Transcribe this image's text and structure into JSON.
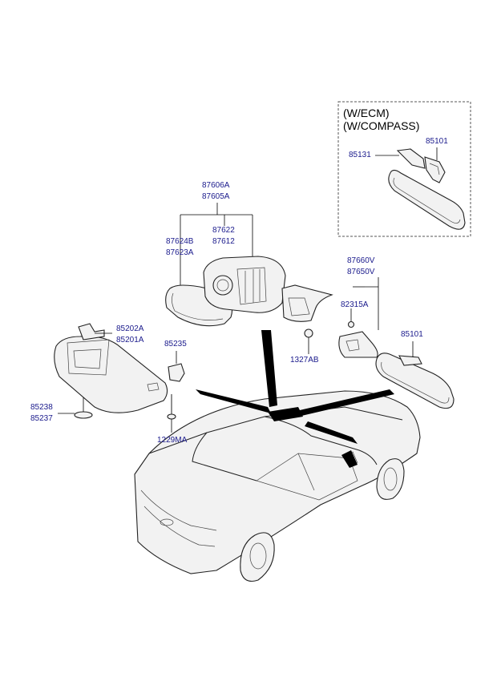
{
  "variant_box": {
    "line1": "(W/ECM)",
    "line2": "(W/COMPASS)"
  },
  "labels": {
    "ecm_mirror_main": "85101",
    "ecm_sensor": "85131",
    "outside_mirror_rh": "87606A",
    "outside_mirror_lh": "87605A",
    "glass_holder_rh": "87622",
    "glass_holder_lh": "87612",
    "glass_rh": "87624B",
    "glass_lh": "87623A",
    "cover_rh": "87660V",
    "cover_lh": "87650V",
    "screw_a": "82315A",
    "inside_mirror": "85101",
    "nut": "1327AB",
    "sunvisor_rh": "85202A",
    "sunvisor_lh": "85201A",
    "retainer": "85235",
    "holder_rh": "85238",
    "holder_lh": "85237",
    "screw_b": "1229MA"
  }
}
